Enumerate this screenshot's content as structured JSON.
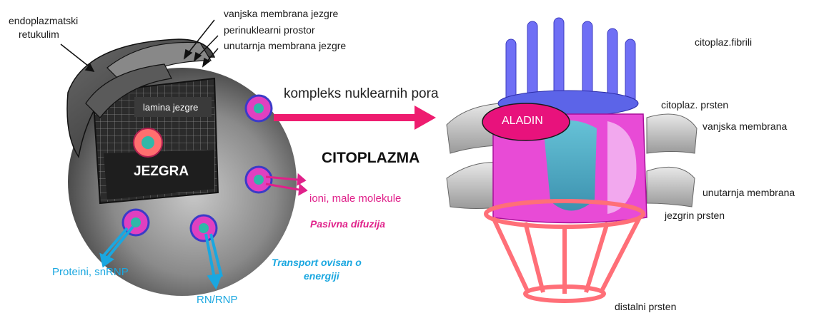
{
  "labels": {
    "er_line1": "endoplazmatski",
    "er_line2": "retukulim",
    "outer_membrane": "vanjska membrana jezgre",
    "perinuclear_space": "perinuklearni prostor",
    "inner_membrane": "unutarnja membrana jezgre",
    "nuclear_lamina": "lamina jezgre",
    "nucleus": "JEZGRA",
    "cytoplasm": "CITOPLAZMA",
    "pore_complex": "kompleks nuklearnih pora",
    "ions": "ioni, male molekule",
    "passive_diffusion": "Pasivna difuzija",
    "energy_transport_line1": "Transport ovisan o",
    "energy_transport_line2": "energiji",
    "proteins": "Proteini, snRNP",
    "rna": "RN/RNP",
    "cyto_fibrils": "citoplaz.fibrili",
    "cyto_ring": "citoplaz. prsten",
    "aladin": "ALADIN",
    "outer_membrane_right": "vanjska membrana",
    "inner_membrane_right": "unutarnja membrana",
    "nuclear_ring": "jezgrin prsten",
    "distal_ring": "distalni prsten"
  },
  "colors": {
    "pink_text": "#e0218a",
    "cyan_text": "#1aa7e0",
    "arrow": "#ee1c6f",
    "aladin_fill": "#e8127c",
    "basket_red": "#ff6f78",
    "ring_blue": "#5c64e8"
  }
}
